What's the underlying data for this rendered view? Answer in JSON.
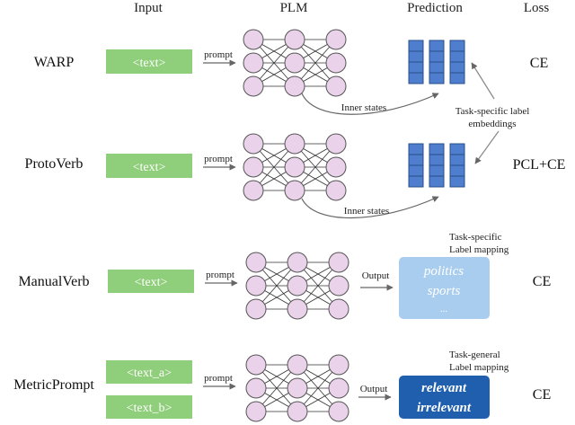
{
  "header": {
    "input": "Input",
    "plm": "PLM",
    "prediction": "Prediction",
    "loss": "Loss"
  },
  "rows": {
    "warp": {
      "method": "WARP",
      "input": "<text>",
      "prompt": "prompt",
      "inner": "Inner states",
      "loss": "CE"
    },
    "protoverb": {
      "method": "ProtoVerb",
      "input": "<text>",
      "prompt": "prompt",
      "inner": "Inner states",
      "loss": "PCL+CE"
    },
    "manualverb": {
      "method": "ManualVerb",
      "input": "<text>",
      "prompt": "prompt",
      "output": "Output",
      "mapping": [
        "politics",
        "sports",
        "..."
      ],
      "mapping_label_1": "Task-specific",
      "mapping_label_2": "Label mapping",
      "loss": "CE"
    },
    "metricprompt": {
      "method": "MetricPrompt",
      "input_a": "<text_a>",
      "input_b": "<text_b>",
      "prompt": "prompt",
      "output": "Output",
      "mapping": [
        "relevant",
        "irrelevant"
      ],
      "mapping_label_1": "Task-general",
      "mapping_label_2": "Label mapping",
      "loss": "CE"
    }
  },
  "shared": {
    "embeddings_label_1": "Task-specific label",
    "embeddings_label_2": "embeddings"
  },
  "colors": {
    "input_box": "#8fce7a",
    "neuron_fill": "#ead2ea",
    "neuron_stroke": "#555555",
    "embedding_fill": "#4f7ecf",
    "embedding_stroke": "#2a4f8a",
    "manual_box": "#a9cdee",
    "metric_box": "#1f5fae"
  }
}
